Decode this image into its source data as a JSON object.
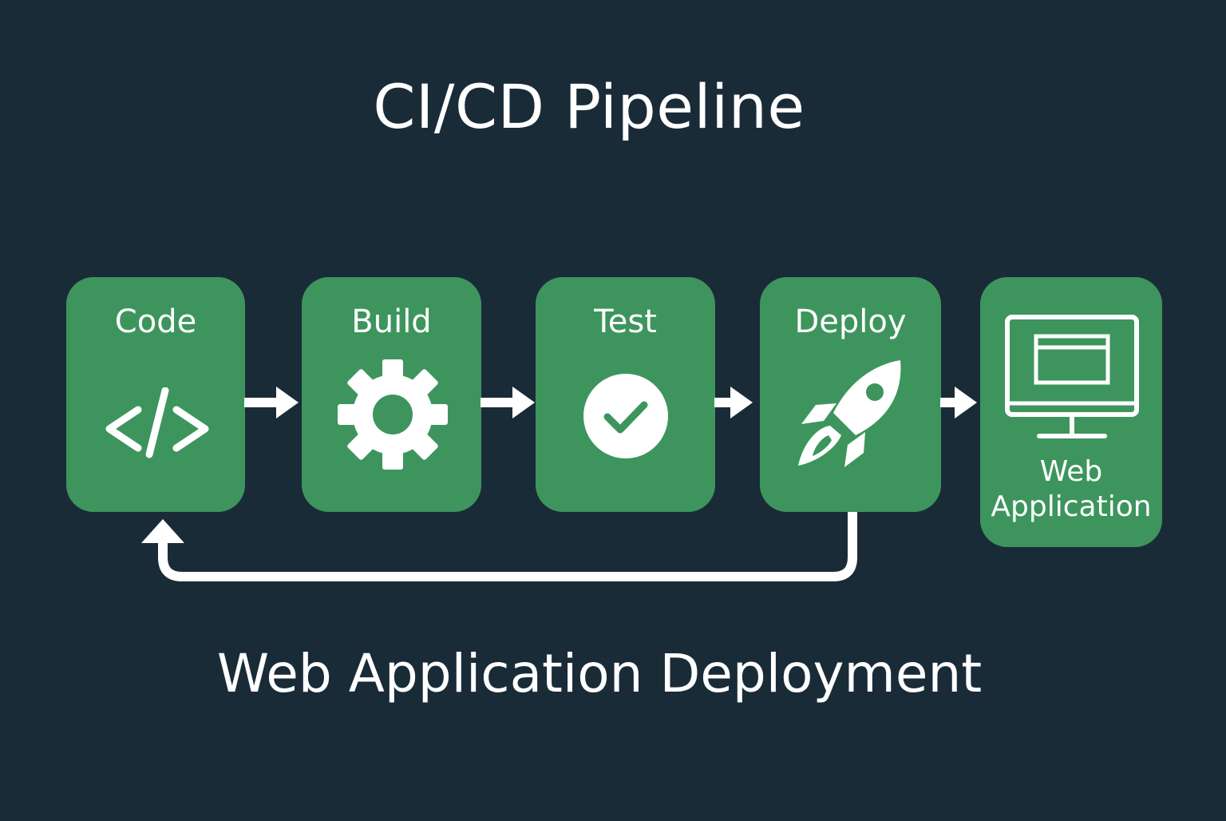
{
  "title": "CI/CD Pipeline",
  "subtitle": "Web Application Deployment",
  "stages": [
    {
      "label": "Code",
      "icon": "code-icon"
    },
    {
      "label": "Build",
      "icon": "gear-icon"
    },
    {
      "label": "Test",
      "icon": "check-circle-icon"
    },
    {
      "label": "Deploy",
      "icon": "rocket-icon"
    }
  ],
  "target": {
    "label_line1": "Web",
    "label_line2": "Application",
    "icon": "monitor-icon"
  },
  "colors": {
    "background": "#1a2b38",
    "stage_fill": "#3d955d",
    "foreground": "#ffffff"
  }
}
